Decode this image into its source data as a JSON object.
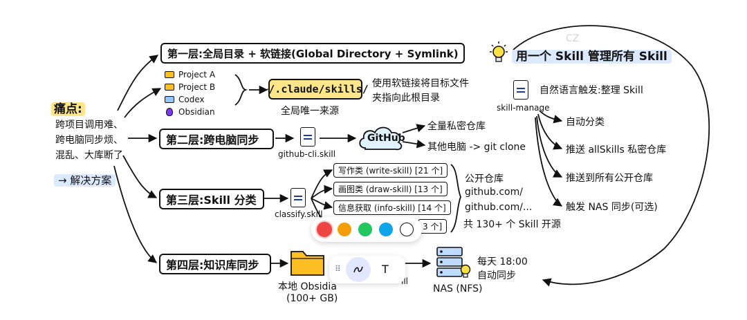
{
  "pain": {
    "title": "痛点:",
    "lines": [
      "跨项目调用难、",
      "跨电脑同步烦、",
      "混乱、大库断了"
    ],
    "solution": "→ 解决方案"
  },
  "layers": {
    "l1": "第一层:全局目录 + 软链接(Global Directory + Symlink)",
    "l2": "第二层:跨电脑同步",
    "l3": "第三层:Skill 分类",
    "l4": "第四层:知识库同步"
  },
  "projects": [
    "Project A",
    "Project B",
    "Codex",
    "Obsidian"
  ],
  "skills_dir": "~/.claude/skills/",
  "global_source": "全局唯一来源",
  "symlink_note": [
    "使用软链接将目标文件",
    "夹指向此根目录"
  ],
  "github_cli": "github-cli.skill",
  "github": "GitHub",
  "github_targets": [
    "全量私密仓库",
    "其他电脑 -> git clone"
  ],
  "classify": "classify.skill",
  "categories": [
    "写作类 (write-skill) [21 个]",
    "画图类 (draw-skill) [13 个]",
    "信息获取 (info-skill) [14 个]",
    "3 个]"
  ],
  "public_repo": [
    "公开仓库",
    "github.com/",
    "github.com/...",
    "共 130+ 个 Skill 开源"
  ],
  "local_obsidian": [
    "本地 Obsidia",
    "(100+ GB)"
  ],
  "hidden_fragment": "ill",
  "nas": "NAS (NFS)",
  "nas_schedule": [
    "每天 18:00",
    "自动同步"
  ],
  "manager_title": "用一个 Skill 管理所有 Skill",
  "trigger": "自然语言触发:整理 Skill",
  "skill_manage": "skill-manage",
  "manager_actions": [
    "自动分类",
    "推送 allSkills 私密仓库",
    "推送到所有公开仓库",
    "触发 NAS 同步(可选)"
  ],
  "ghost_text": "CZ",
  "toolbar": {
    "colors": [
      "#ef4444",
      "#f59e0b",
      "#22c55e",
      "#0ea5e9",
      "#ffffff"
    ],
    "text_tool": "T"
  }
}
